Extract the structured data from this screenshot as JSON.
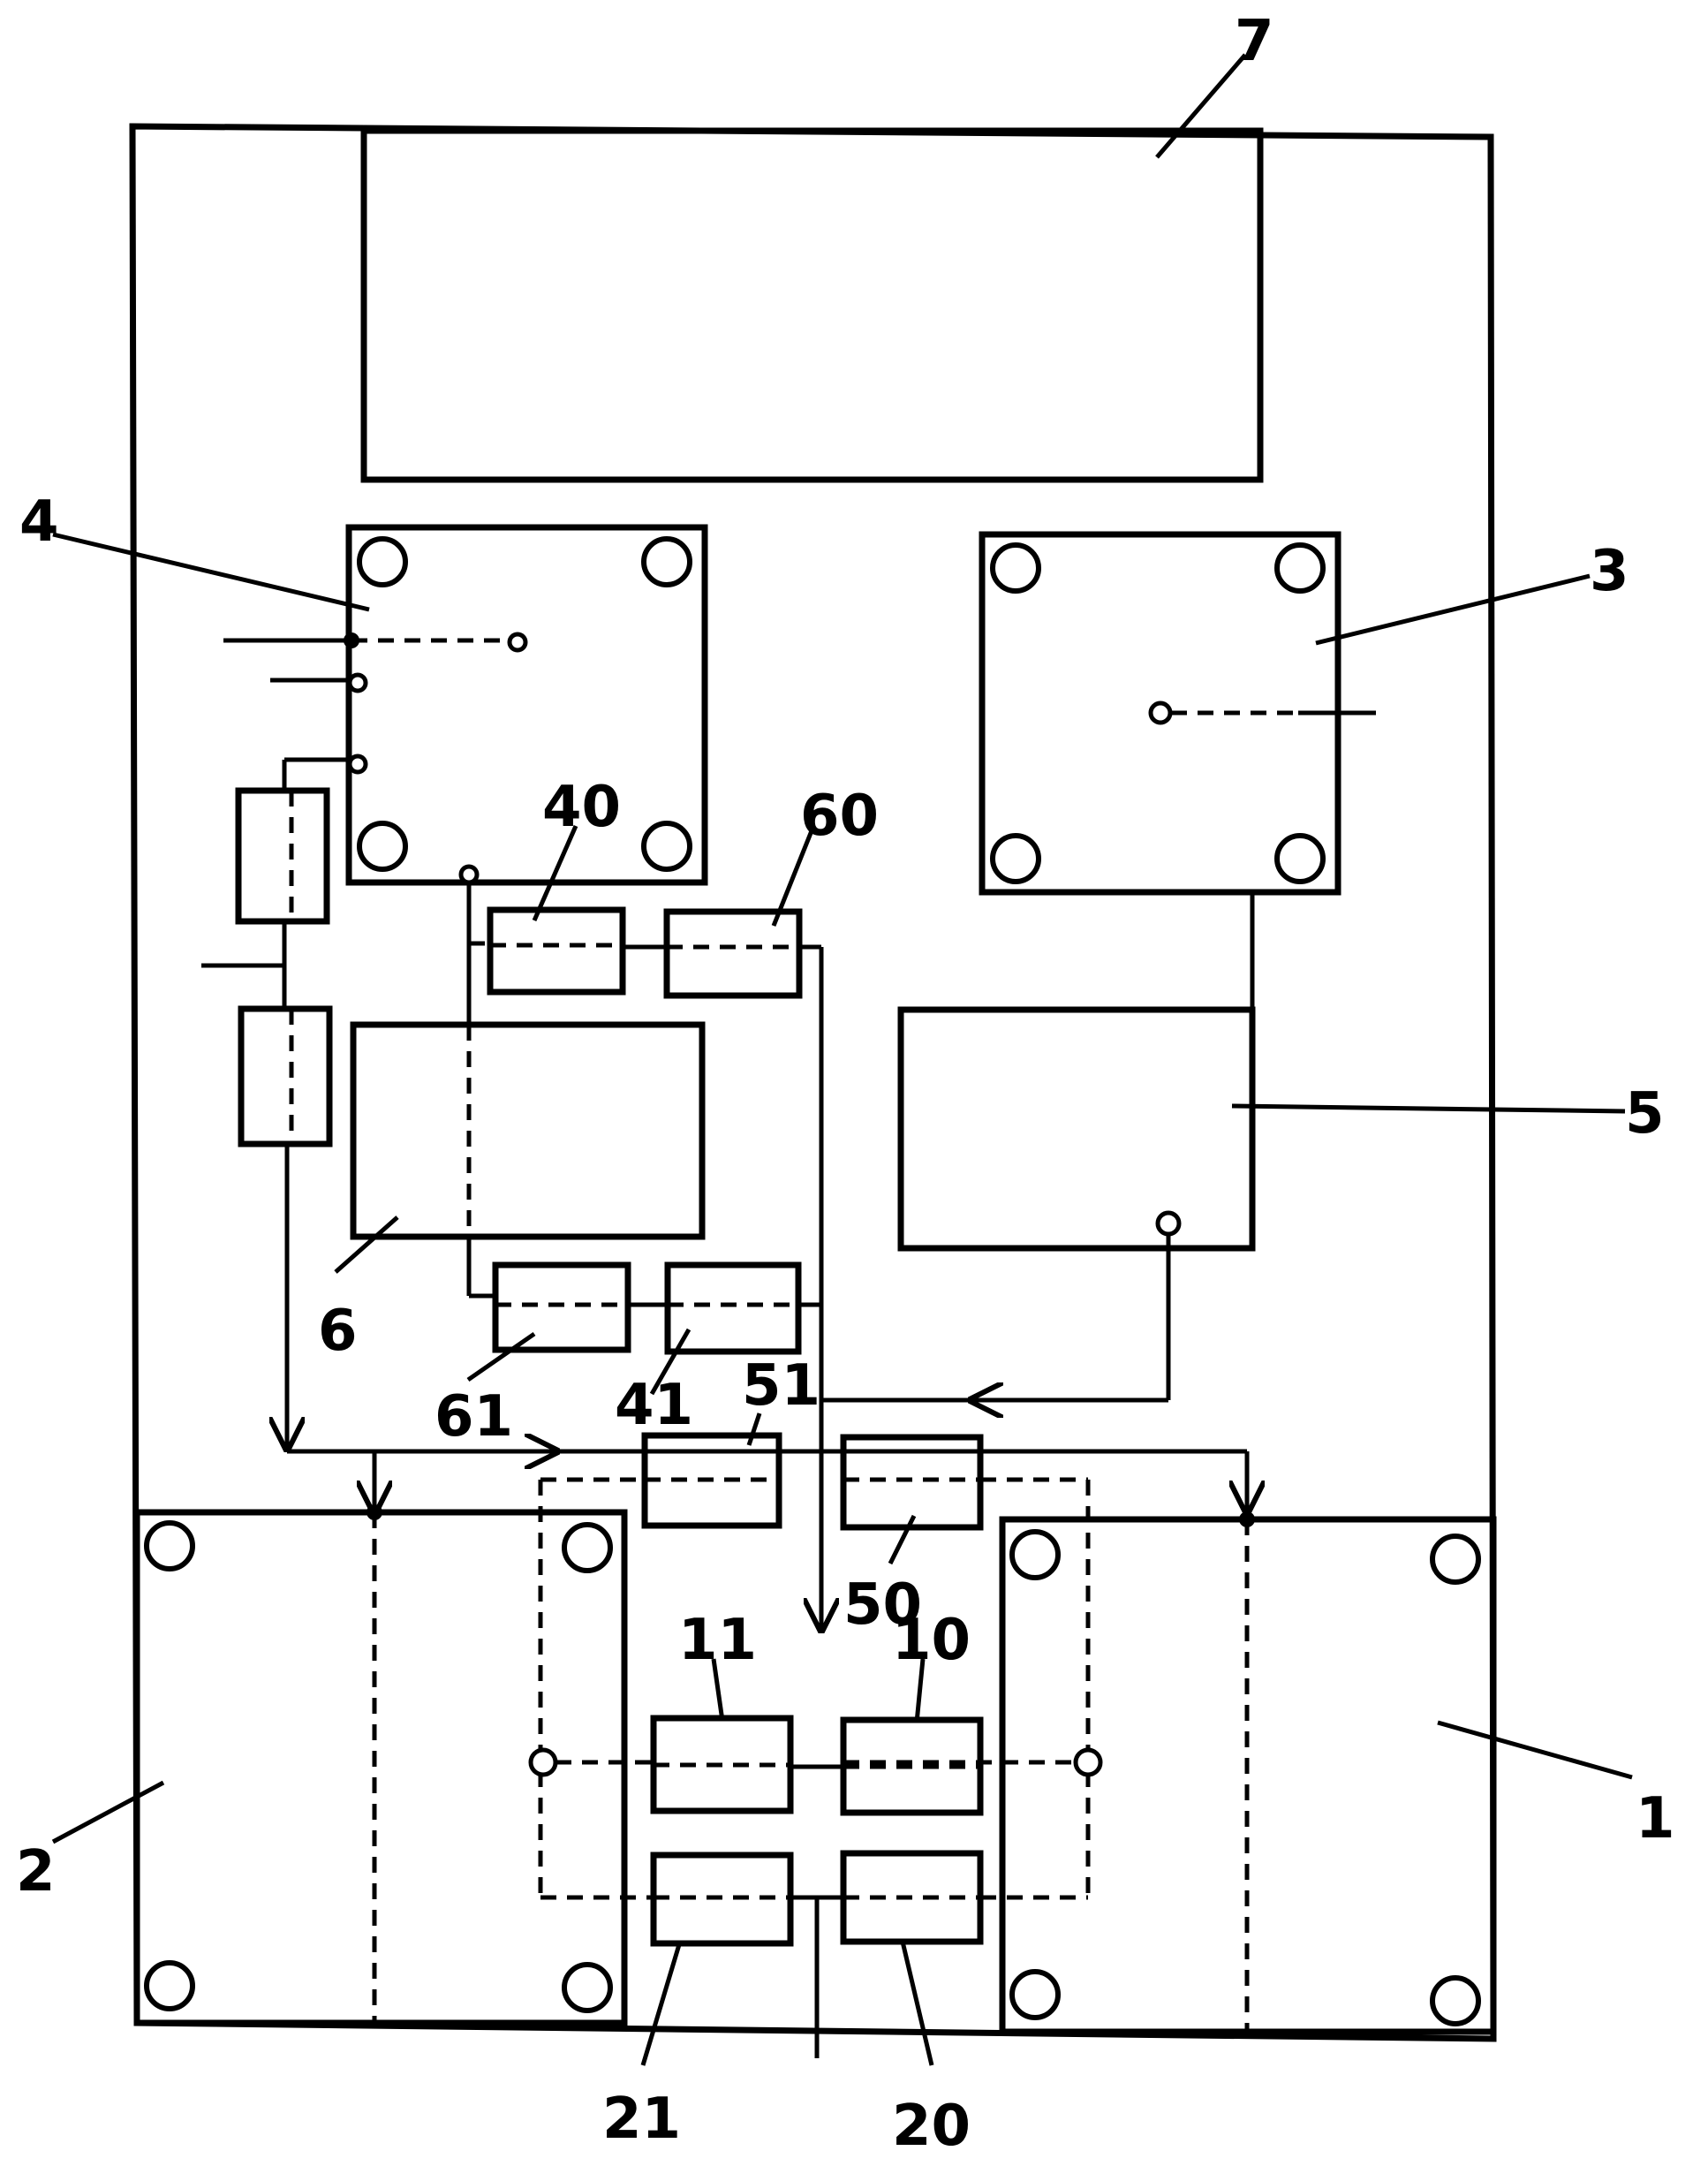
{
  "labels": {
    "l7": "7",
    "l4": "4",
    "l3": "3",
    "l40": "40",
    "l60": "60",
    "l5": "5",
    "l6": "6",
    "l61": "61",
    "l41": "41",
    "l51": "51",
    "l50": "50",
    "l11": "11",
    "l10": "10",
    "l2": "2",
    "l1": "1",
    "l21": "21",
    "l20": "20"
  },
  "colors": {
    "line": "#000000",
    "background": "#ffffff"
  }
}
